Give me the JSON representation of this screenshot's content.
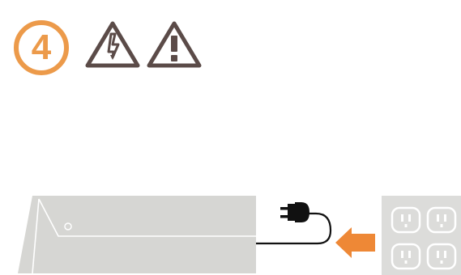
{
  "step": {
    "number": "4",
    "color": "#ec9a4a"
  },
  "icons": {
    "step_badge": "circled-number",
    "electric_warning": "electric-shock-warning-icon",
    "general_warning": "caution-exclamation-icon",
    "plug": "power-plug-icon",
    "arrow": "insert-direction-arrow",
    "outlets": "wall-outlet-icon"
  },
  "colors": {
    "accent_orange": "#ec9a4a",
    "arrow_orange": "#ee8836",
    "warning_stroke": "#5b4b48",
    "device_gray": "#d6d6d3",
    "device_line": "#ffffff",
    "cable": "#111111",
    "outlet_panel": "#dcdcda"
  },
  "outlets": {
    "count": 4
  }
}
